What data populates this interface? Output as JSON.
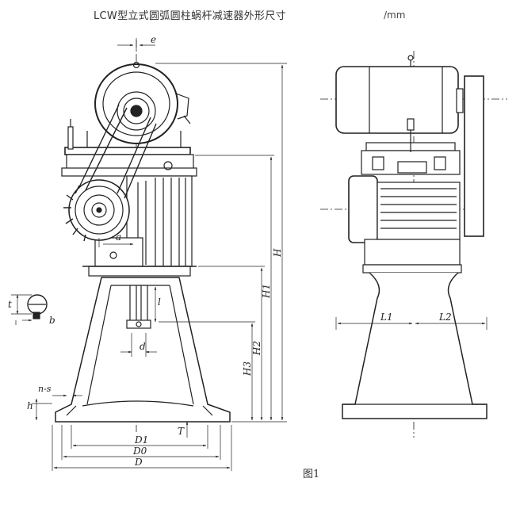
{
  "header": {
    "title": "LCW型立式圆弧圆柱蜗杆减速器外形尺寸",
    "unit": "/mm"
  },
  "caption": "图1",
  "dims": {
    "e": "e",
    "a": "a",
    "l": "l",
    "d": "d",
    "b": "b",
    "t": "t",
    "h": "h",
    "n_s": "n-s",
    "T": "T",
    "D1": "D1",
    "D0": "D0",
    "D": "D",
    "H": "H",
    "H1": "H1",
    "H2": "H2",
    "H3": "H3",
    "L1": "L1",
    "L2": "L2"
  }
}
